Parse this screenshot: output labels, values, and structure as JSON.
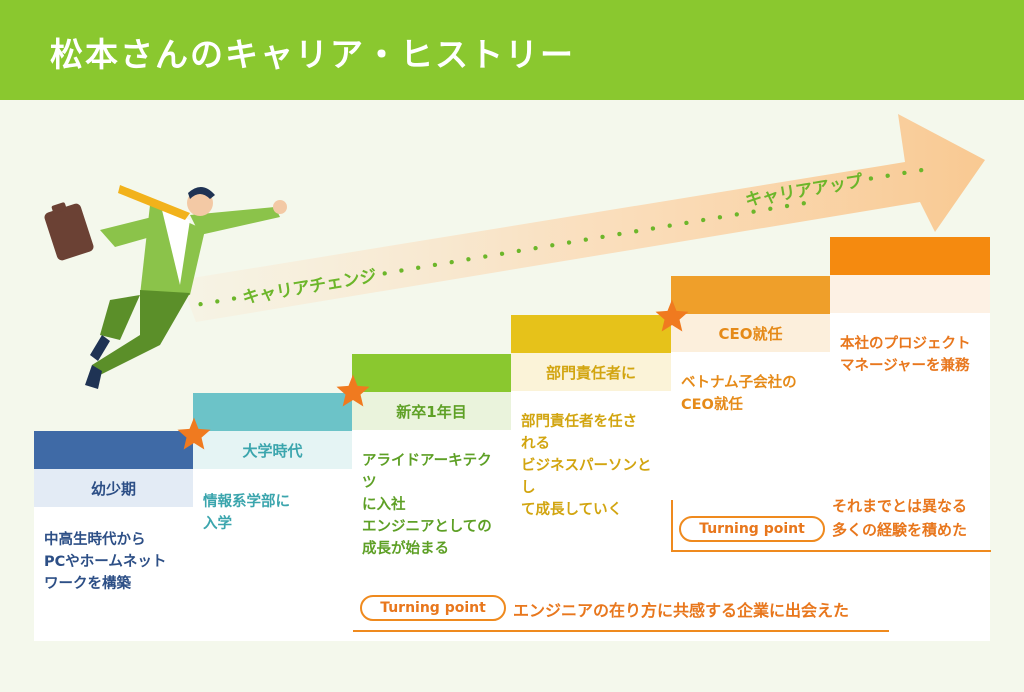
{
  "header": {
    "title": "松本さんのキャリア・ヒストリー"
  },
  "arrow": {
    "label_1": "・・・キャリアチェンジ・・・・・・・・・・・・・・・・・・・・・・・・・・",
    "label_2": "キャリアアップ・・・・"
  },
  "columns": [
    {
      "label": "幼少期",
      "text": "中高生時代から\nPCやホームネット\nワークを構築"
    },
    {
      "label": "大学時代",
      "text": "情報系学部に\n入学"
    },
    {
      "label": "新卒1年目",
      "text": "アライドアーキテクツ\nに入社\nエンジニアとしての\n成長が始まる"
    },
    {
      "label": "部門責任者に",
      "text": "部門責任者を任さ\nれる\nビジネスパーソンとし\nて成長していく"
    },
    {
      "label": "CEO就任",
      "text": "ベトナム子会社の\nCEO就任"
    },
    {
      "label": "",
      "text": "本社のプロジェクト\nマネージャーを兼務"
    }
  ],
  "turning_points": {
    "badge_label": "Turning point",
    "main_text": "エンジニアの在り方に共感する企業に出会えた",
    "note": "それまでとは異なる\n多くの経験を積めた"
  },
  "colors": {
    "header": "#8ac82f",
    "col1": "#3f6aa6",
    "col2": "#6cc3c8",
    "col3": "#8ac82f",
    "col4": "#e6c21a",
    "col5": "#ef9f2a",
    "col6": "#f58a0f",
    "accent": "#e8771d"
  }
}
